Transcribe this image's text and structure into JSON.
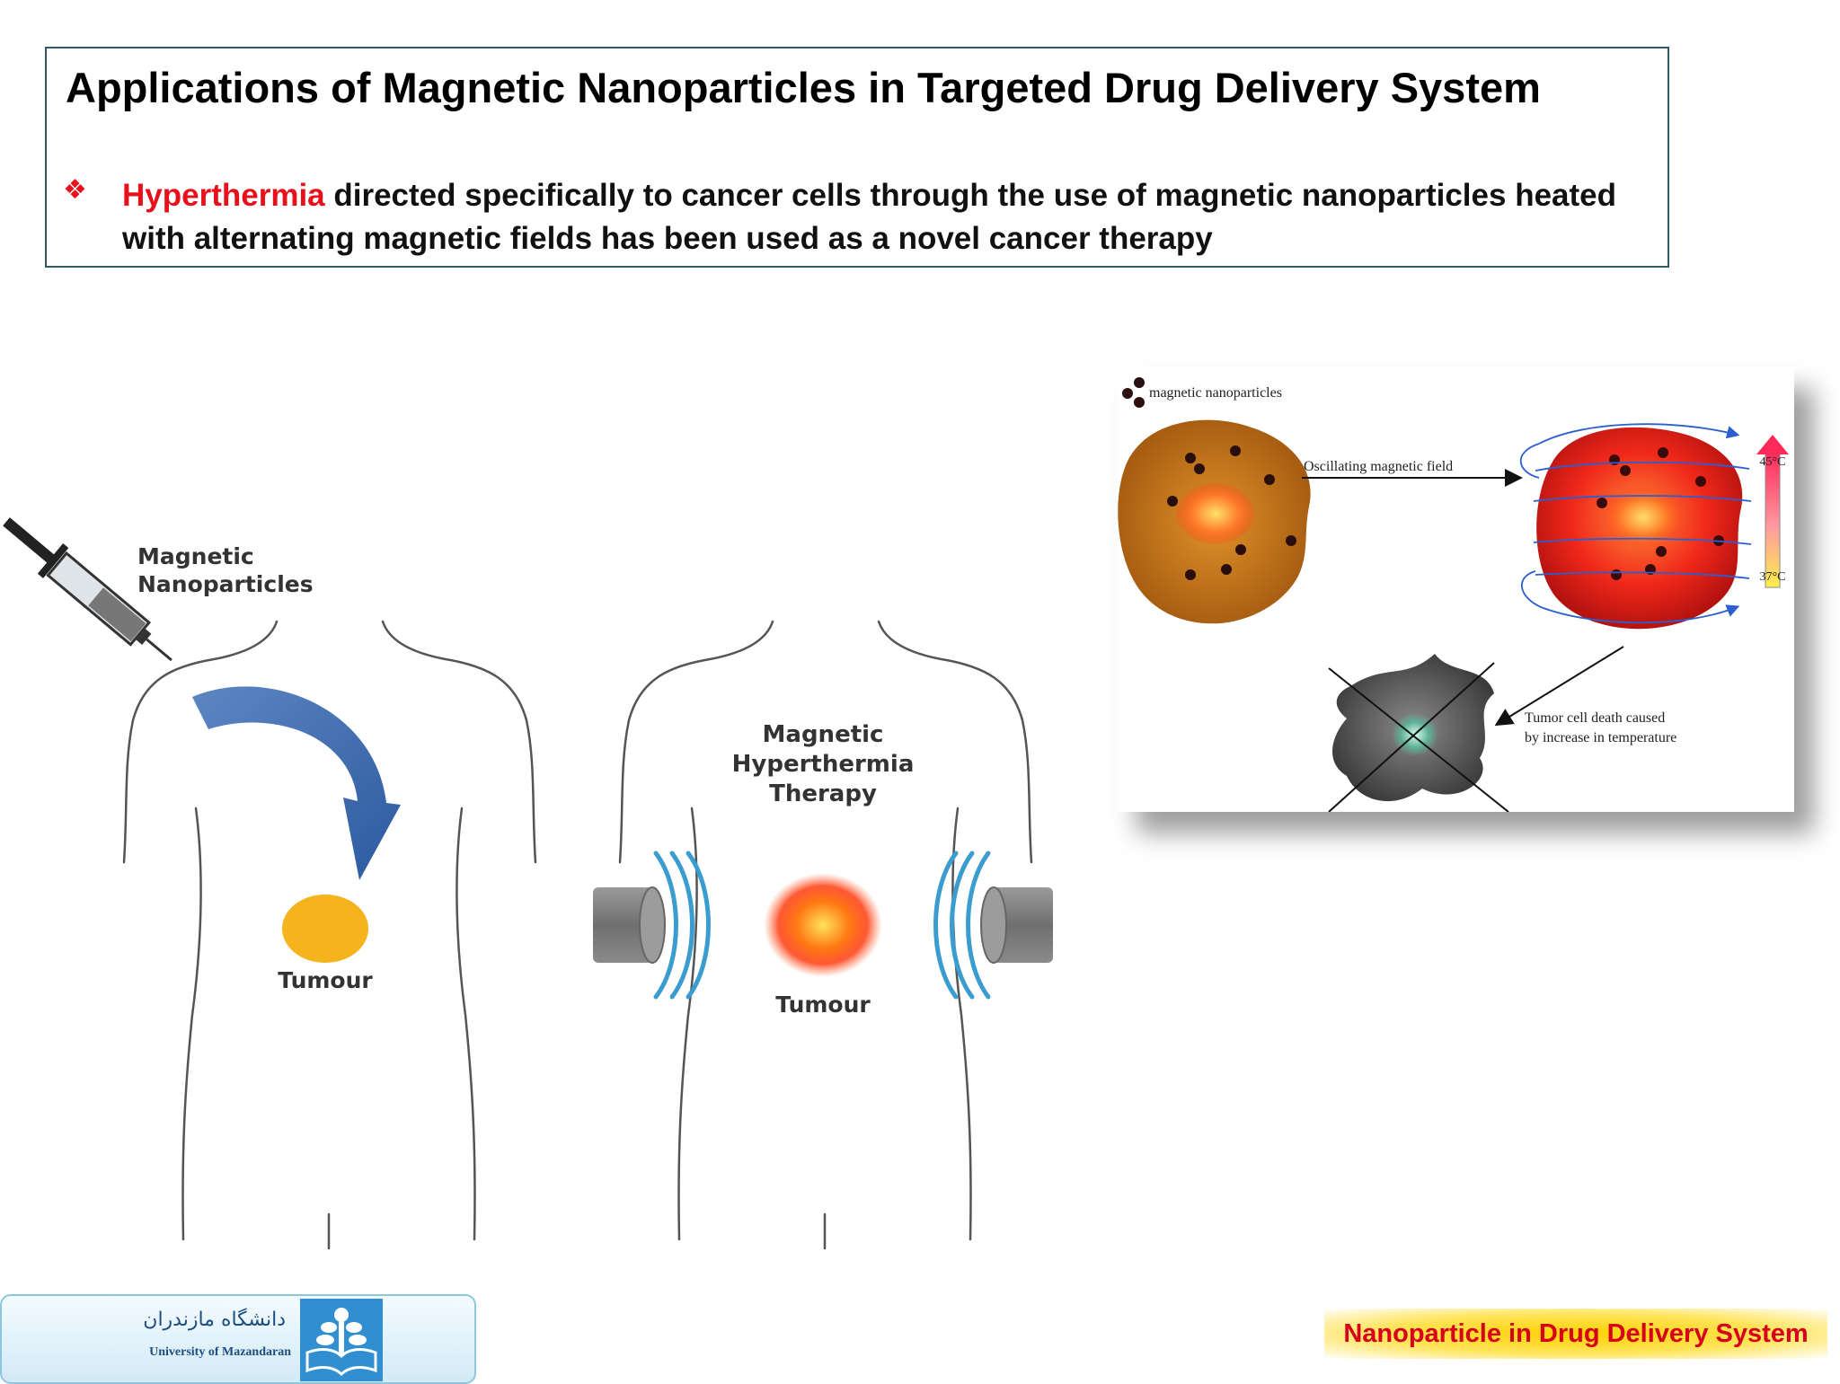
{
  "slide": {
    "title": "Applications of Magnetic Nanoparticles in Targeted Drug Delivery System",
    "bullet": {
      "highlight": "Hyperthermia",
      "rest": " directed specifically to cancer cells through the use of magnetic nanoparticles heated with alternating magnetic fields has been used as a novel cancer therapy"
    }
  },
  "figure_main": {
    "injection_label_line1": "Magnetic",
    "injection_label_line2": "Nanoparticles",
    "tumour_left": "Tumour",
    "therapy_line1": "Magnetic",
    "therapy_line2": "Hyperthermia",
    "therapy_line3": "Therapy",
    "tumour_right": "Tumour"
  },
  "figure_inset": {
    "legend": "magnetic nanoparticles",
    "arrow_label": "Oscillating magnetic field",
    "temp_high": "45°C",
    "temp_low": "37°C",
    "death_line1": "Tumor cell death caused",
    "death_line2": "by increase in temperature"
  },
  "logo": {
    "persian": "دانشگاه مازندران",
    "english": "University of Mazandaran"
  },
  "footer": {
    "text": "Nanoparticle in Drug Delivery System"
  },
  "colors": {
    "accent_red": "#e8101a",
    "footer_red": "#d6001a",
    "footer_glow": "#ffd000",
    "border": "#2f5966"
  }
}
